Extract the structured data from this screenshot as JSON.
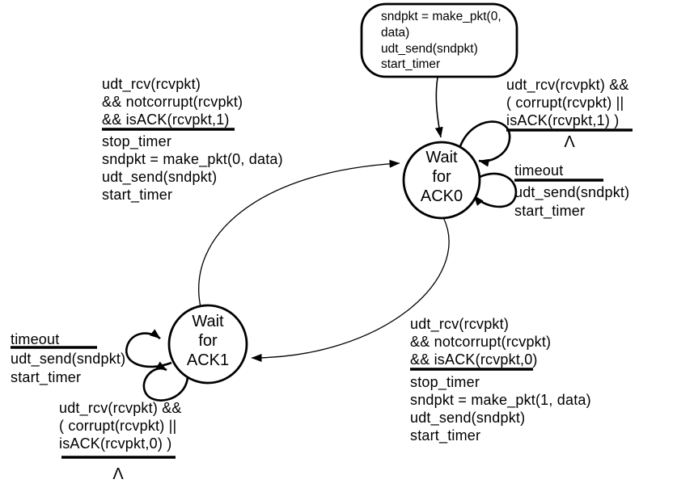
{
  "colors": {
    "ink": "#000000",
    "background": "#ffffff"
  },
  "states": [
    {
      "id": "wait-ack0",
      "label_lines": [
        "Wait",
        "for",
        "ACK0"
      ]
    },
    {
      "id": "wait-ack1",
      "label_lines": [
        "Wait",
        "for",
        "ACK1"
      ]
    }
  ],
  "initial_transition": {
    "action_lines": [
      "sndpkt = make_pkt(0,",
      "data)",
      "udt_send(sndpkt)",
      "start_timer"
    ]
  },
  "transitions": {
    "ack1_to_ack0": {
      "event_lines": [
        "udt_rcv(rcvpkt)",
        "&& notcorrupt(rcvpkt)",
        "&& isACK(rcvpkt,1)"
      ],
      "action_lines": [
        "stop_timer",
        "sndpkt = make_pkt(0, data)",
        "udt_send(sndpkt)",
        "start_timer"
      ]
    },
    "ack0_self_corrupt": {
      "event_lines": [
        "udt_rcv(rcvpkt) &&",
        "( corrupt(rcvpkt) ||",
        "isACK(rcvpkt,1) )"
      ],
      "action": "Λ"
    },
    "ack0_self_timeout": {
      "event": "timeout",
      "action_lines": [
        "udt_send(sndpkt)",
        "start_timer"
      ]
    },
    "ack0_to_ack1": {
      "event_lines": [
        "udt_rcv(rcvpkt)",
        "&& notcorrupt(rcvpkt)",
        "&& isACK(rcvpkt,0)"
      ],
      "action_lines": [
        "stop_timer",
        "sndpkt = make_pkt(1, data)",
        "udt_send(sndpkt)",
        "start_timer"
      ]
    },
    "ack1_self_timeout": {
      "event": "timeout",
      "action_lines": [
        "udt_send(sndpkt)",
        "start_timer"
      ]
    },
    "ack1_self_corrupt": {
      "event_lines": [
        "udt_rcv(rcvpkt) &&",
        "( corrupt(rcvpkt) ||",
        "isACK(rcvpkt,0) )"
      ],
      "action": "Λ"
    }
  }
}
